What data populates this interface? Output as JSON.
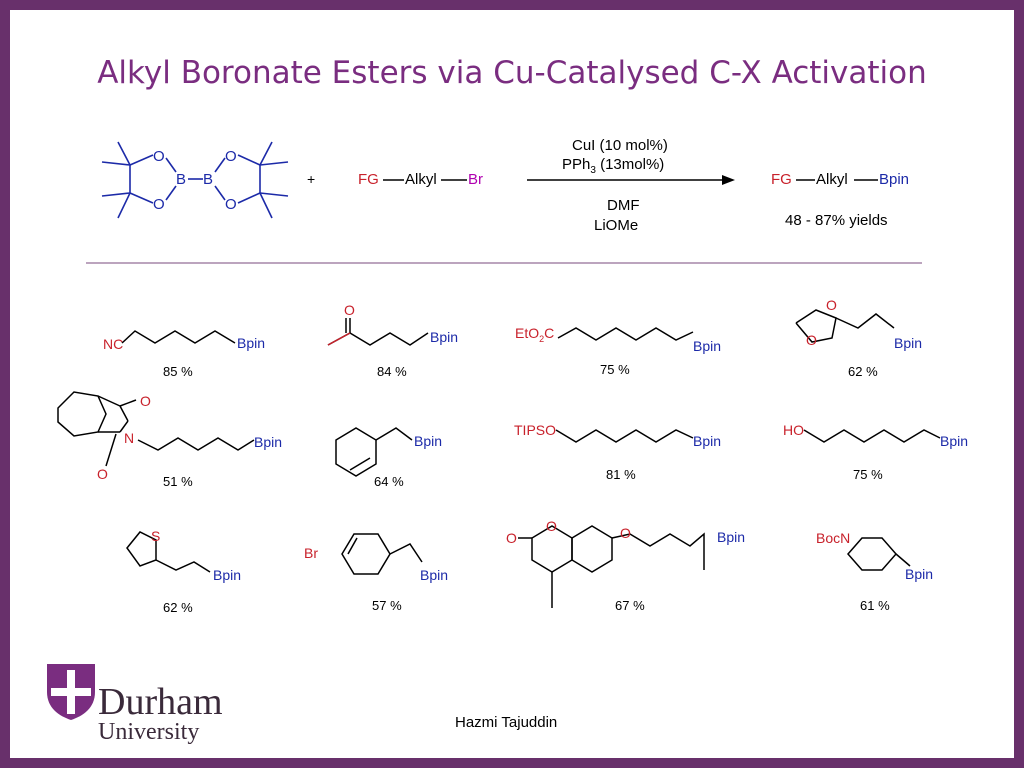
{
  "slide": {
    "title": "Alkyl Boronate Esters via Cu-Catalysed C-X Activation",
    "author": "Hazmi Tajuddin",
    "logo": {
      "name": "Durham",
      "subname": "University"
    }
  },
  "scheme": {
    "plus": "+",
    "reagent_left": {
      "atoms": [
        "O",
        "O",
        "B",
        "B",
        "O",
        "O"
      ]
    },
    "substrate": {
      "fg": "FG",
      "alkyl": "Alkyl",
      "halide": "Br"
    },
    "conditions_above": [
      "CuI (10 mol%)",
      "PPh3 (13mol%)"
    ],
    "conditions_below": [
      "DMF",
      "LiOMe"
    ],
    "product": {
      "fg": "FG",
      "alkyl": "Alkyl",
      "boryl": "Bpin"
    },
    "yield_range": "48 - 87% yields"
  },
  "products": [
    {
      "fg_label": "NC",
      "bpin": "Bpin",
      "yield": "85 %"
    },
    {
      "fg_label": "O",
      "bpin": "Bpin",
      "yield": "84 %"
    },
    {
      "fg_label": "EtO2C",
      "bpin": "Bpin",
      "yield": "75 %"
    },
    {
      "fg_label": "O O",
      "bpin": "Bpin",
      "yield": "62 %"
    },
    {
      "fg_label": "O N O",
      "bpin": "Bpin",
      "yield": "51 %"
    },
    {
      "fg_label": "",
      "bpin": "Bpin",
      "yield": "64 %"
    },
    {
      "fg_label": "TIPSO",
      "bpin": "Bpin",
      "yield": "81 %"
    },
    {
      "fg_label": "HO",
      "bpin": "Bpin",
      "yield": "75 %"
    },
    {
      "fg_label": "S",
      "bpin": "Bpin",
      "yield": "62 %"
    },
    {
      "fg_label": "Br",
      "bpin": "Bpin",
      "yield": "57 %"
    },
    {
      "fg_label": "O O O",
      "bpin": "Bpin",
      "yield": "67 %"
    },
    {
      "fg_label": "BocN",
      "bpin": "Bpin",
      "yield": "61 %"
    }
  ],
  "colors": {
    "frame": "#68306b",
    "title": "#7a2d80",
    "fg": "#c8212b",
    "boron": "#1c2aa8",
    "halide": "#b000b0"
  }
}
